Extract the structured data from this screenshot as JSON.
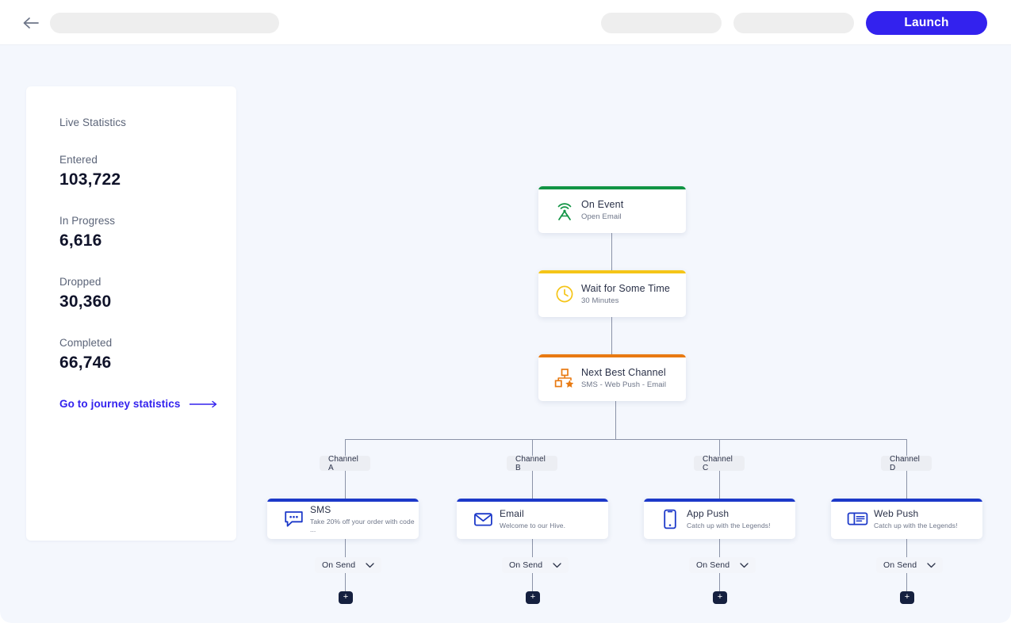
{
  "header": {
    "back_icon": "arrow-left-icon",
    "launch_label": "Launch"
  },
  "sidebar": {
    "title": "Live Statistics",
    "stats": [
      {
        "label": "Entered",
        "value": "103,722"
      },
      {
        "label": "In Progress",
        "value": "6,616"
      },
      {
        "label": "Dropped",
        "value": "30,360"
      },
      {
        "label": "Completed",
        "value": "66,746"
      }
    ],
    "link_label": "Go to journey statistics"
  },
  "flow": {
    "nodes": [
      {
        "title": "On Event",
        "subtitle": "Open Email",
        "icon": "broadcast-antenna-icon",
        "accent": "#119444"
      },
      {
        "title": "Wait for Some Time",
        "subtitle": "30 Minutes",
        "icon": "clock-icon",
        "accent": "#f5c518"
      },
      {
        "title": "Next Best Channel",
        "subtitle": "SMS - Web Push - Email",
        "icon": "hierarchy-star-icon",
        "accent": "#e87a12"
      }
    ],
    "branch_labels": [
      "Channel A",
      "Channel B",
      "Channel C",
      "Channel D"
    ],
    "channels": [
      {
        "title": "SMS",
        "subtitle": "Take 20% off your order with code ...",
        "icon": "sms-bubble-icon",
        "accent": "#1c39c9"
      },
      {
        "title": "Email",
        "subtitle": "Welcome to our Hive.",
        "icon": "envelope-icon",
        "accent": "#1c39c9"
      },
      {
        "title": "App Push",
        "subtitle": "Catch up with the Legends!",
        "icon": "mobile-phone-icon",
        "accent": "#1c39c9"
      },
      {
        "title": "Web Push",
        "subtitle": "Catch up with the Legends!",
        "icon": "browser-window-icon",
        "accent": "#1c39c9"
      }
    ],
    "on_send_label": "On Send",
    "add_step_label": "+"
  },
  "colors": {
    "accent_primary": "#3322ee",
    "canvas_bg": "#f4f7fd",
    "trigger_green": "#119444",
    "wait_yellow": "#f5c518",
    "nbc_orange": "#e87a12",
    "channel_blue": "#1c39c9",
    "plus_navy": "#15203f"
  }
}
